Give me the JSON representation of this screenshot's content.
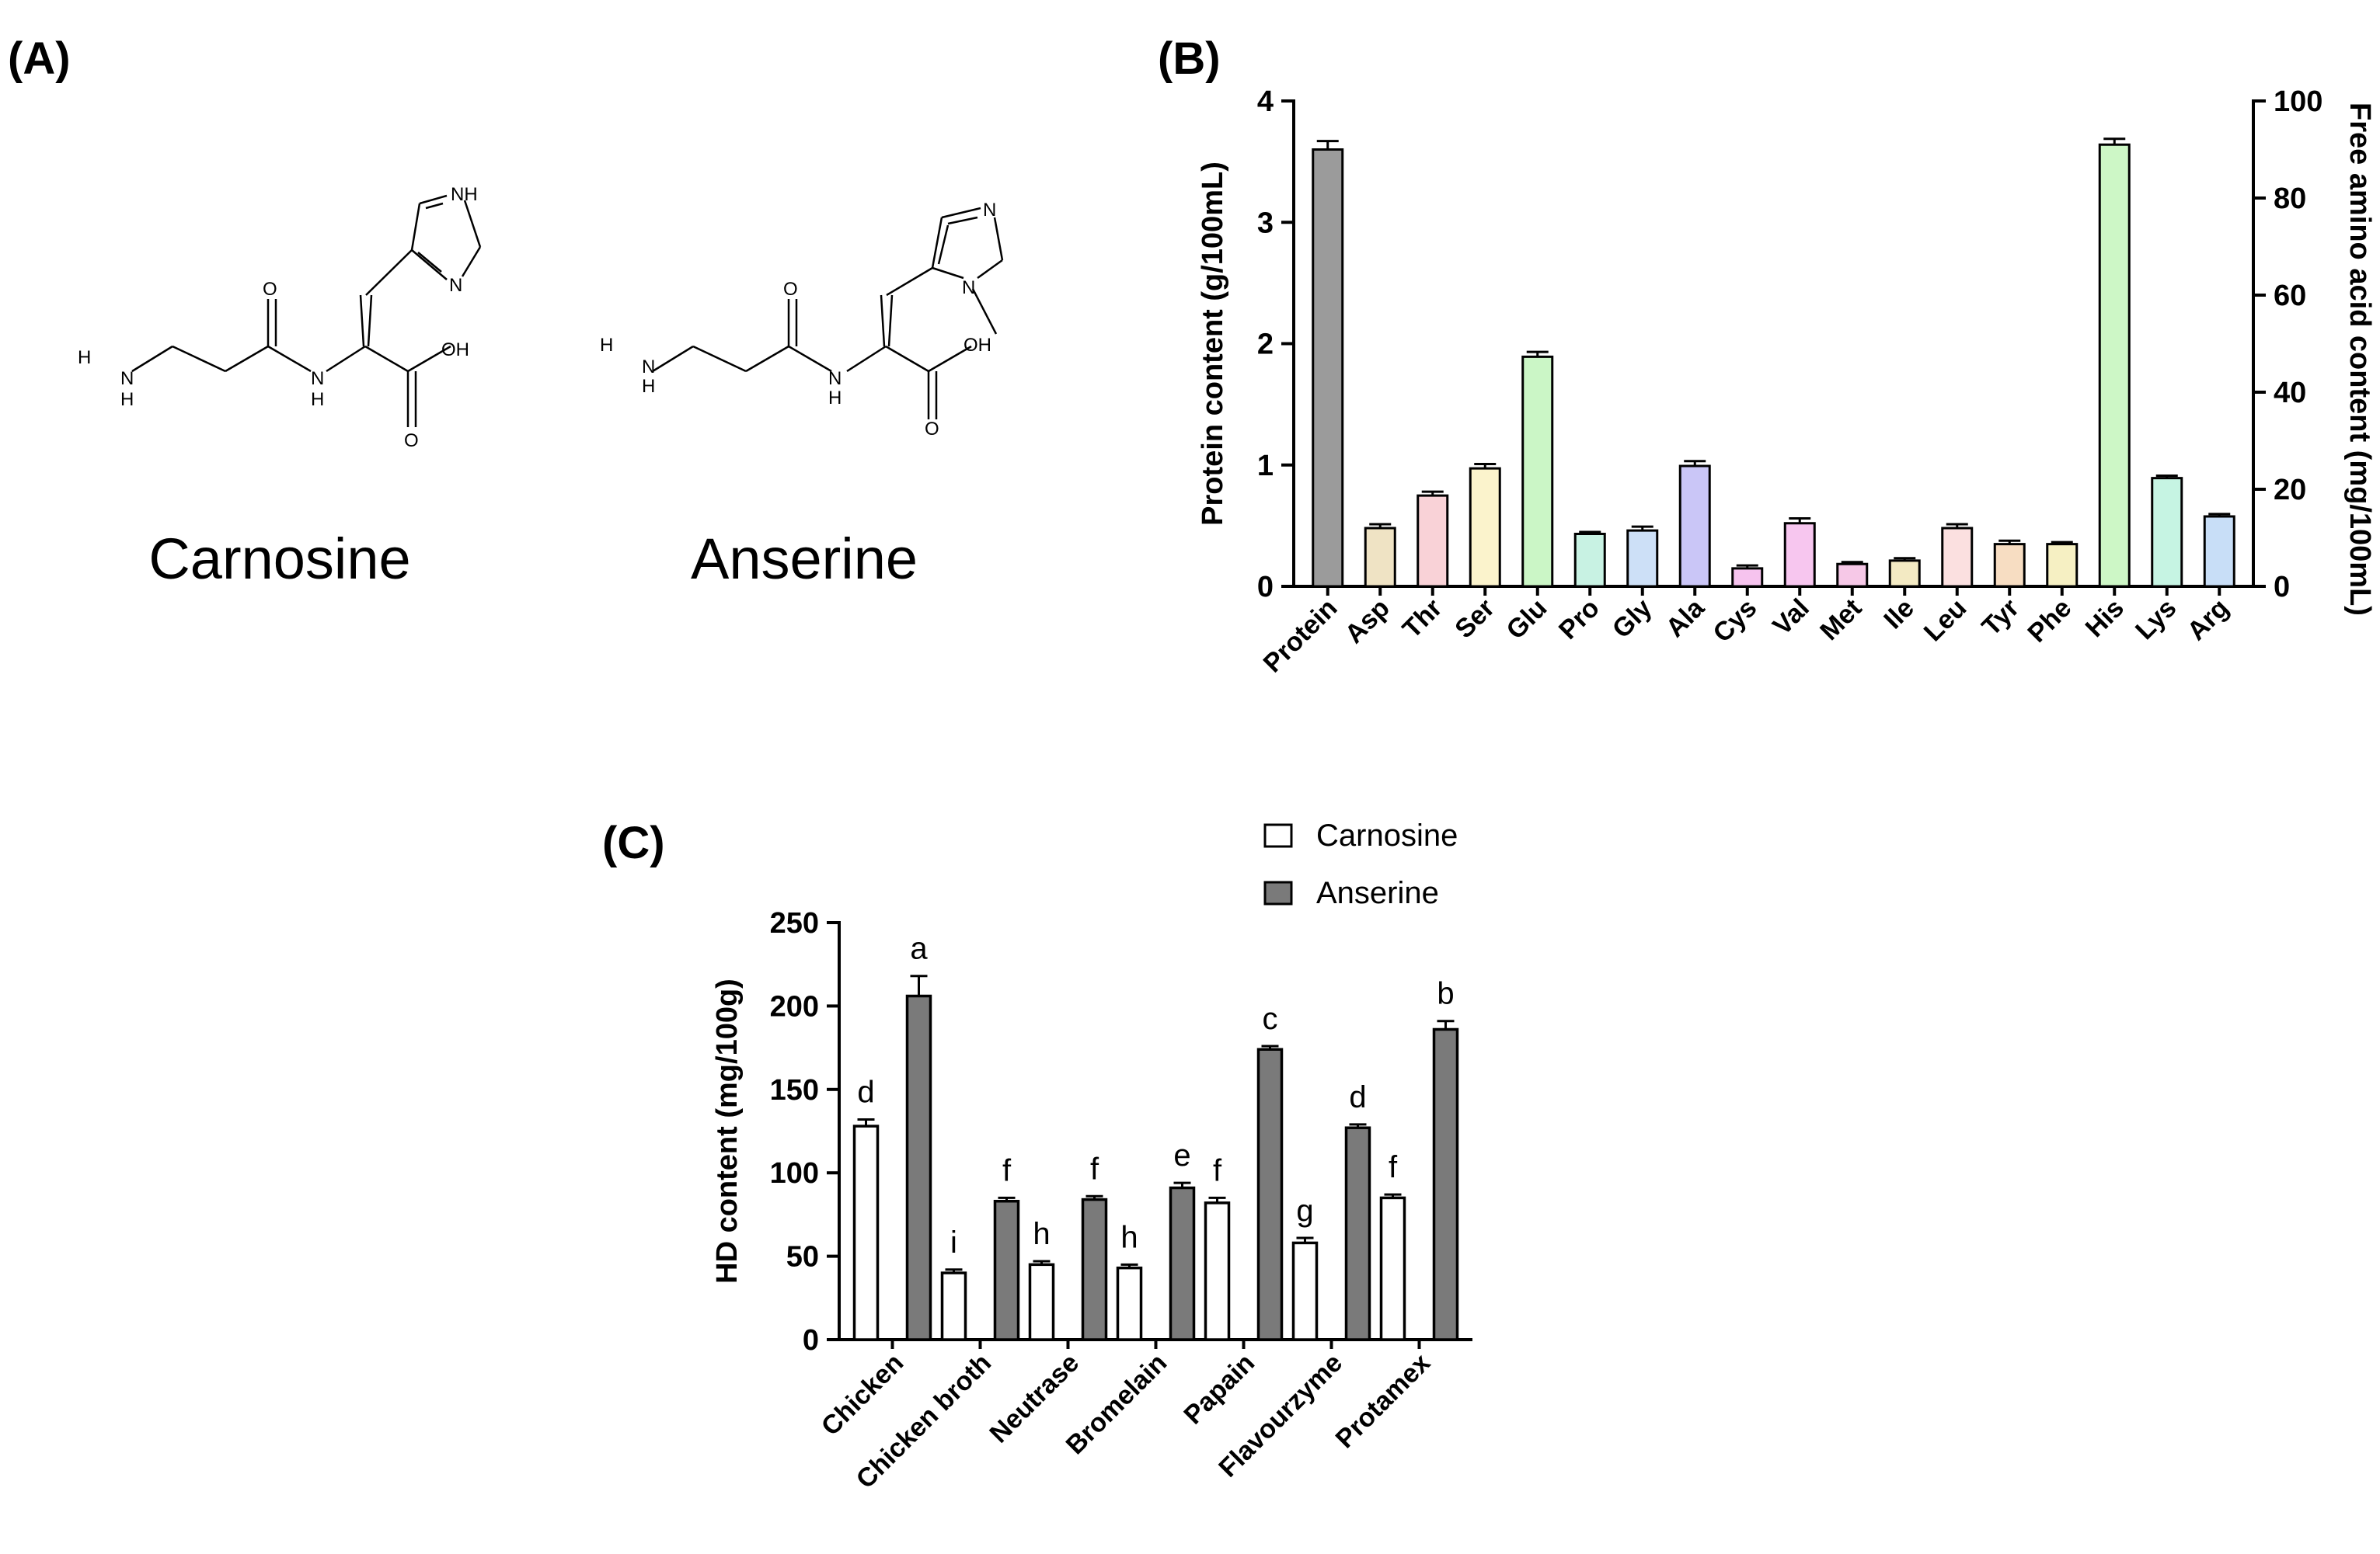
{
  "panels": {
    "a": "(A)",
    "b": "(B)",
    "c": "(C)"
  },
  "structures": {
    "carnosine": {
      "name": "Carnosine",
      "atoms": [
        "H",
        "N",
        "H",
        "O",
        "N",
        "H",
        "OH",
        "O",
        "NH",
        "N"
      ]
    },
    "anserine": {
      "name": "Anserine",
      "atoms": [
        "H",
        "N",
        "H",
        "O",
        "N",
        "H",
        "OH",
        "O",
        "N",
        "N"
      ]
    }
  },
  "chart_data": [
    {
      "type": "bar",
      "panel": "(B)",
      "title": "",
      "xlabel": "",
      "ylabel": "Protein content (g/100mL)",
      "ylabel_right": "Free amino acid content (mg/100mL)",
      "ylim": [
        0,
        4
      ],
      "ylim_right": [
        0,
        100
      ],
      "yticks": [
        0,
        1,
        2,
        3,
        4
      ],
      "yticks_right": [
        0,
        20,
        40,
        60,
        80,
        100
      ],
      "grid": false,
      "categories": [
        "Protein",
        "Asp",
        "Thr",
        "Ser",
        "Glu",
        "Pro",
        "Gly",
        "Ala",
        "Cys",
        "Val",
        "Met",
        "Ile",
        "Leu",
        "Tyr",
        "Phe",
        "His",
        "Lys",
        "Arg"
      ],
      "axis": [
        "left",
        "right",
        "right",
        "right",
        "right",
        "right",
        "right",
        "right",
        "right",
        "right",
        "right",
        "right",
        "right",
        "right",
        "right",
        "right",
        "right",
        "right"
      ],
      "values": [
        3.6,
        12.0,
        18.7,
        24.3,
        47.3,
        10.8,
        11.5,
        24.8,
        3.7,
        13.0,
        4.6,
        5.3,
        12.0,
        8.7,
        8.7,
        91.0,
        22.3,
        14.4
      ],
      "errors": [
        0.07,
        0.8,
        0.8,
        0.9,
        1.0,
        0.4,
        0.8,
        1.0,
        0.6,
        1.0,
        0.4,
        0.5,
        0.8,
        0.7,
        0.4,
        1.2,
        0.5,
        0.5
      ],
      "colors": [
        "#9b9b9b",
        "#efe3c4",
        "#f9d2d7",
        "#fbf3cc",
        "#cbf6c6",
        "#c8f2e3",
        "#cde0f7",
        "#cac6f7",
        "#f6c3ee",
        "#f7c6ef",
        "#f6c8e7",
        "#f3eac3",
        "#fbe0e0",
        "#f7ddc2",
        "#f6f0c3",
        "#cdf7c6",
        "#c6f4e3",
        "#c8def7"
      ]
    },
    {
      "type": "bar",
      "panel": "(C)",
      "title": "",
      "xlabel": "",
      "ylabel": "HD content (mg/100g)",
      "ylim": [
        0,
        250
      ],
      "yticks": [
        0,
        50,
        100,
        150,
        200,
        250
      ],
      "grid": false,
      "legend_position": "top-right",
      "categories": [
        "Chicken",
        "Chicken broth",
        "Neutrase",
        "Bromelain",
        "Papain",
        "Flavourzyme",
        "Protamex"
      ],
      "series": [
        {
          "name": "Carnosine",
          "color": "#ffffff",
          "values": [
            128,
            40,
            45,
            43,
            82,
            58,
            85
          ],
          "errors": [
            4,
            2,
            2,
            2,
            3,
            3,
            2
          ],
          "letters": [
            "d",
            "i",
            "h",
            "h",
            "f",
            "g",
            "f"
          ]
        },
        {
          "name": "Anserine",
          "color": "#7a7a7a",
          "values": [
            206,
            83,
            84,
            91,
            174,
            127,
            186
          ],
          "errors": [
            12,
            2,
            2,
            3,
            2,
            2,
            5
          ],
          "letters": [
            "a",
            "f",
            "f",
            "e",
            "c",
            "d",
            "b"
          ]
        }
      ]
    }
  ]
}
